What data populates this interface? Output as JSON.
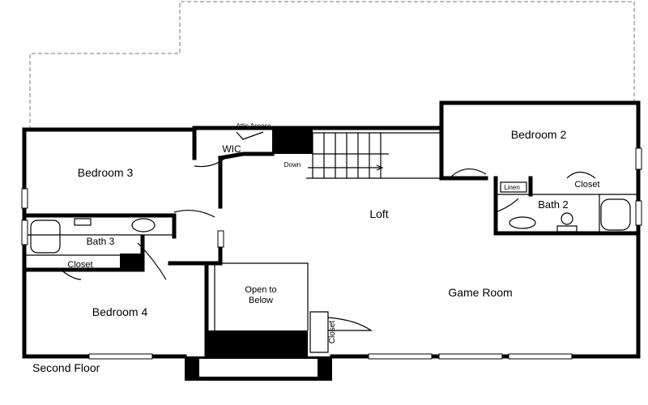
{
  "plan": {
    "title": "Second Floor",
    "rooms": {
      "bedroom2": "Bedroom 2",
      "bedroom3": "Bedroom 3",
      "bedroom4": "Bedroom 4",
      "bath2": "Bath 2",
      "bath3": "Bath 3",
      "loft": "Loft",
      "game_room": "Game Room",
      "wic": "WIC",
      "closet_b2": "Closet",
      "closet_b4": "Closet",
      "closet_hall": "Closet",
      "linen": "Linen",
      "open_to_below_1": "Open to",
      "open_to_below_2": "Below"
    },
    "annotations": {
      "attic_access": "Attic Access",
      "stairs_down": "Down"
    }
  }
}
